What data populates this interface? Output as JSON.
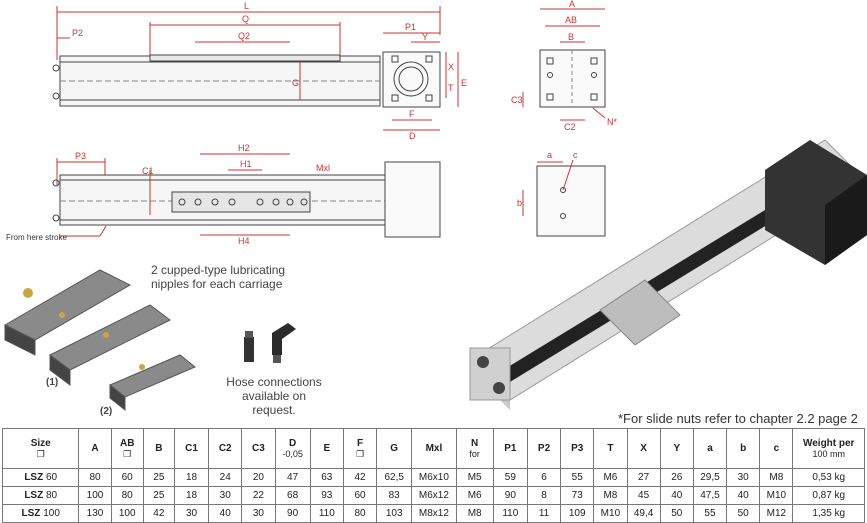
{
  "drawing_top": {
    "labels": {
      "L": "L",
      "Q": "Q",
      "Q2": "Q2",
      "P2": "P2",
      "G": "G",
      "P1": "P1",
      "Y": "Y",
      "X": "X",
      "T": "T",
      "E": "E",
      "F": "F",
      "D": "D"
    }
  },
  "drawing_end": {
    "labels": {
      "A": "A",
      "AB": "AB",
      "B": "B",
      "C3": "C3",
      "C2": "C2",
      "N": "N*"
    }
  },
  "drawing_mid": {
    "labels": {
      "P3": "P3",
      "C1": "C1",
      "H2": "H2",
      "H1": "H1",
      "Mxl": "Mxl",
      "H4": "H4"
    },
    "stroke_note": "From here stroke"
  },
  "drawing_detail": {
    "labels": {
      "a": "a",
      "c": "c",
      "b": "b"
    }
  },
  "notes": {
    "lubricating": [
      "2 cupped-type lubricating",
      "nipples for each carriage"
    ],
    "hose": [
      "Hose connections",
      "available on",
      "request."
    ],
    "callout_1": "(1)",
    "callout_2": "(2)",
    "footnote": "*For slide nuts refer to chapter 2.2 page 2"
  },
  "table": {
    "headers": [
      {
        "label": "Size",
        "sub": "❐"
      },
      {
        "label": "A",
        "sub": ""
      },
      {
        "label": "AB",
        "sub": "❐"
      },
      {
        "label": "B",
        "sub": ""
      },
      {
        "label": "C1",
        "sub": ""
      },
      {
        "label": "C2",
        "sub": ""
      },
      {
        "label": "C3",
        "sub": ""
      },
      {
        "label": "D",
        "sub": "-0,05"
      },
      {
        "label": "E",
        "sub": ""
      },
      {
        "label": "F",
        "sub": "❐"
      },
      {
        "label": "G",
        "sub": ""
      },
      {
        "label": "Mxl",
        "sub": ""
      },
      {
        "label": "N",
        "sub": "for"
      },
      {
        "label": "P1",
        "sub": ""
      },
      {
        "label": "P2",
        "sub": ""
      },
      {
        "label": "P3",
        "sub": ""
      },
      {
        "label": "T",
        "sub": ""
      },
      {
        "label": "X",
        "sub": ""
      },
      {
        "label": "Y",
        "sub": ""
      },
      {
        "label": "a",
        "sub": ""
      },
      {
        "label": "b",
        "sub": ""
      },
      {
        "label": "c",
        "sub": ""
      },
      {
        "label": "Weight per",
        "sub": "100 mm"
      }
    ],
    "rows": [
      {
        "size_bold": "LSZ",
        "size_num": "60",
        "cells": [
          "80",
          "60",
          "25",
          "18",
          "24",
          "20",
          "47",
          "63",
          "42",
          "62,5",
          "M6x10",
          "M5",
          "59",
          "6",
          "55",
          "M6",
          "27",
          "26",
          "29,5",
          "30",
          "M8",
          "0,53 kg"
        ]
      },
      {
        "size_bold": "LSZ",
        "size_num": "80",
        "cells": [
          "100",
          "80",
          "25",
          "18",
          "30",
          "22",
          "68",
          "93",
          "60",
          "83",
          "M6x12",
          "M6",
          "90",
          "8",
          "73",
          "M8",
          "45",
          "40",
          "47,5",
          "40",
          "M10",
          "0,87 kg"
        ]
      },
      {
        "size_bold": "LSZ",
        "size_num": "100",
        "cells": [
          "130",
          "100",
          "42",
          "30",
          "40",
          "30",
          "90",
          "110",
          "80",
          "103",
          "M8x12",
          "M8",
          "110",
          "11",
          "109",
          "M10",
          "49,4",
          "50",
          "55",
          "50",
          "M12",
          "1,35 kg"
        ]
      }
    ]
  }
}
